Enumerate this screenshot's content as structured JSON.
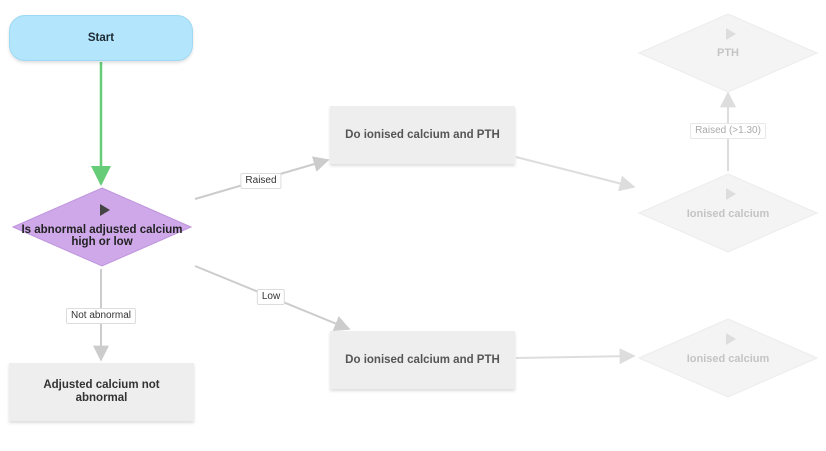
{
  "nodes": {
    "start": "Start",
    "decision": "Is abnormal adjusted calcium high or low",
    "normal_result": "Adjusted calcium not abnormal",
    "raised_action": "Do ionised calcium and PTH",
    "low_action": "Do ionised calcium and PTH",
    "ionised_raised": "Ionised calcium",
    "ionised_low": "Ionised calcium",
    "pth": "PTH"
  },
  "edge_labels": {
    "raised": "Raised",
    "low": "Low",
    "not_abnormal": "Not abnormal",
    "raised_ionised": "Raised (>1.30)"
  },
  "colors": {
    "start_fill": "#b3e5fc",
    "decision_fill": "#cfa8ea",
    "active_edge": "#66cc77",
    "edge": "#cccccc",
    "node_fill": "#eeeeee",
    "ghost_fill": "#f4f4f4"
  },
  "icons": {
    "decision_marker": "play-icon"
  }
}
